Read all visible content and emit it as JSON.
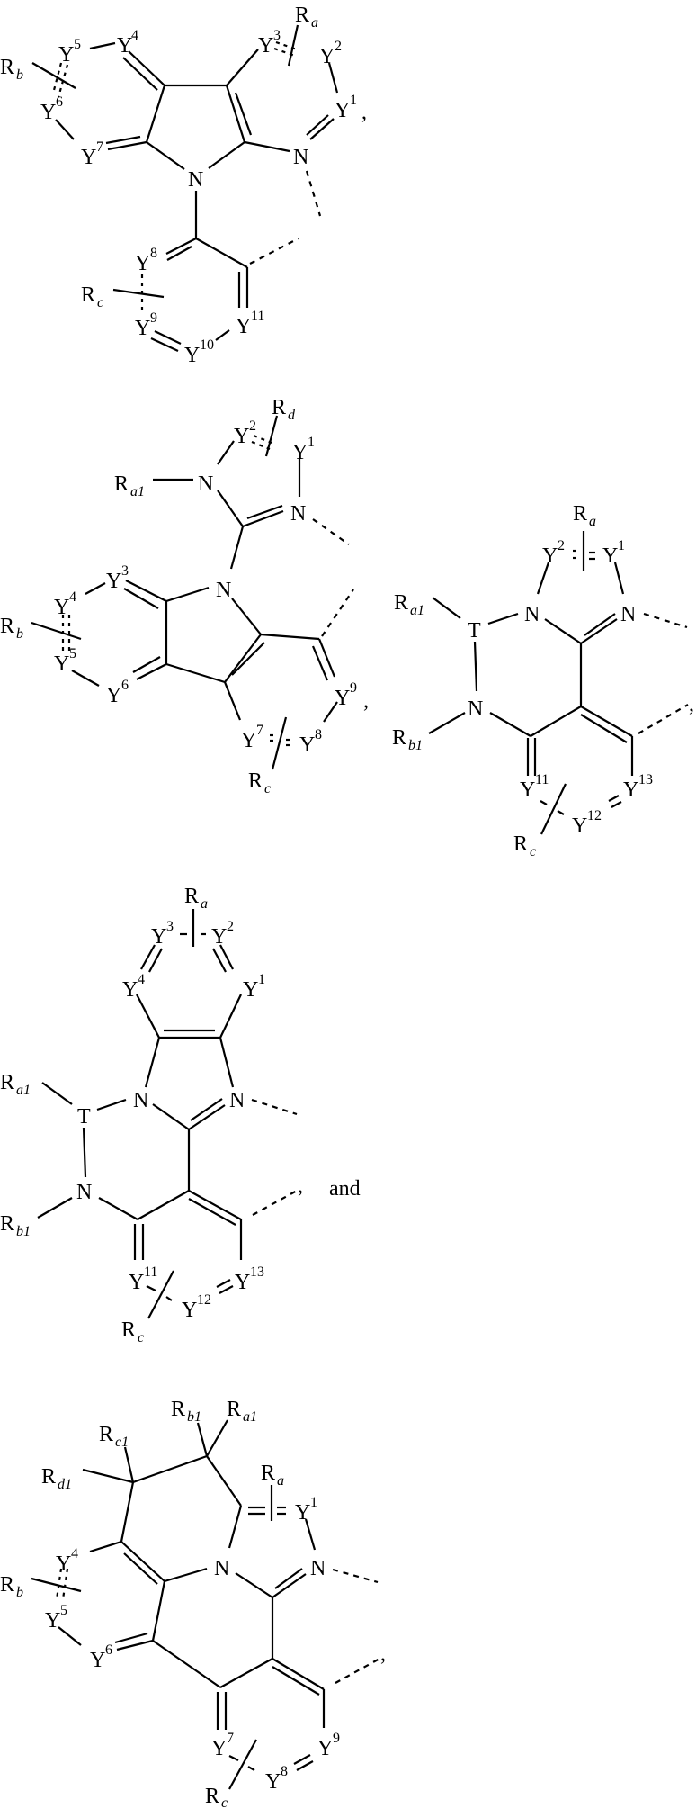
{
  "figure": {
    "description": "Five fused heterocyclic ligand structures (patent chemical drawings)",
    "separators": {
      "comma": ",",
      "and": "and"
    },
    "structures": [
      {
        "id": "structure-1",
        "atoms": {
          "Y1": {
            "base": "Y",
            "sup": "1"
          },
          "Y2": {
            "base": "Y",
            "sup": "2"
          },
          "Y3": {
            "base": "Y",
            "sup": "3"
          },
          "Y4": {
            "base": "Y",
            "sup": "4"
          },
          "Y5": {
            "base": "Y",
            "sup": "5"
          },
          "Y6": {
            "base": "Y",
            "sup": "6"
          },
          "Y7": {
            "base": "Y",
            "sup": "7"
          },
          "Y8": {
            "base": "Y",
            "sup": "8"
          },
          "Y9": {
            "base": "Y",
            "sup": "9"
          },
          "Y10": {
            "base": "Y",
            "sup": "10"
          },
          "Y11": {
            "base": "Y",
            "sup": "11"
          },
          "N1": {
            "base": "N"
          },
          "N2": {
            "base": "N"
          }
        },
        "substituents": {
          "Ra": {
            "base": "R",
            "sub": "a"
          },
          "Rb": {
            "base": "R",
            "sub": "b"
          },
          "Rc": {
            "base": "R",
            "sub": "c"
          }
        },
        "trailing": ","
      },
      {
        "id": "structure-2",
        "atoms": {
          "Y1": {
            "base": "Y",
            "sup": "1"
          },
          "Y2": {
            "base": "Y",
            "sup": "2"
          },
          "Y3": {
            "base": "Y",
            "sup": "3"
          },
          "Y4": {
            "base": "Y",
            "sup": "4"
          },
          "Y5": {
            "base": "Y",
            "sup": "5"
          },
          "Y6": {
            "base": "Y",
            "sup": "6"
          },
          "Y7": {
            "base": "Y",
            "sup": "7"
          },
          "Y8": {
            "base": "Y",
            "sup": "8"
          },
          "Y9": {
            "base": "Y",
            "sup": "9"
          },
          "N1": {
            "base": "N"
          },
          "N2": {
            "base": "N"
          },
          "N3": {
            "base": "N"
          }
        },
        "substituents": {
          "Rd": {
            "base": "R",
            "sub": "d"
          },
          "Ra1": {
            "base": "R",
            "sub": "a1"
          },
          "Rb": {
            "base": "R",
            "sub": "b"
          },
          "Rc": {
            "base": "R",
            "sub": "c"
          }
        },
        "trailing": ","
      },
      {
        "id": "structure-3",
        "atoms": {
          "Y1": {
            "base": "Y",
            "sup": "1"
          },
          "Y2": {
            "base": "Y",
            "sup": "2"
          },
          "Y11": {
            "base": "Y",
            "sup": "11"
          },
          "Y12": {
            "base": "Y",
            "sup": "12"
          },
          "Y13": {
            "base": "Y",
            "sup": "13"
          },
          "T": {
            "base": "T"
          },
          "N1": {
            "base": "N"
          },
          "N2": {
            "base": "N"
          },
          "N3": {
            "base": "N"
          }
        },
        "substituents": {
          "Ra": {
            "base": "R",
            "sub": "a"
          },
          "Ra1": {
            "base": "R",
            "sub": "a1"
          },
          "Rb1": {
            "base": "R",
            "sub": "b1"
          },
          "Rc": {
            "base": "R",
            "sub": "c"
          }
        },
        "trailing": ","
      },
      {
        "id": "structure-4",
        "atoms": {
          "Y1": {
            "base": "Y",
            "sup": "1"
          },
          "Y2": {
            "base": "Y",
            "sup": "2"
          },
          "Y3": {
            "base": "Y",
            "sup": "3"
          },
          "Y4": {
            "base": "Y",
            "sup": "4"
          },
          "Y11": {
            "base": "Y",
            "sup": "11"
          },
          "Y12": {
            "base": "Y",
            "sup": "12"
          },
          "Y13": {
            "base": "Y",
            "sup": "13"
          },
          "T": {
            "base": "T"
          },
          "N1": {
            "base": "N"
          },
          "N2": {
            "base": "N"
          },
          "N3": {
            "base": "N"
          }
        },
        "substituents": {
          "Ra": {
            "base": "R",
            "sub": "a"
          },
          "Ra1": {
            "base": "R",
            "sub": "a1"
          },
          "Rb1": {
            "base": "R",
            "sub": "b1"
          },
          "Rc": {
            "base": "R",
            "sub": "c"
          }
        },
        "trailing": ",",
        "conjunction": "and"
      },
      {
        "id": "structure-5",
        "atoms": {
          "Y1": {
            "base": "Y",
            "sup": "1"
          },
          "Y4": {
            "base": "Y",
            "sup": "4"
          },
          "Y5": {
            "base": "Y",
            "sup": "5"
          },
          "Y6": {
            "base": "Y",
            "sup": "6"
          },
          "Y7": {
            "base": "Y",
            "sup": "7"
          },
          "Y8": {
            "base": "Y",
            "sup": "8"
          },
          "Y9": {
            "base": "Y",
            "sup": "9"
          },
          "N1": {
            "base": "N"
          },
          "N2": {
            "base": "N"
          }
        },
        "substituents": {
          "Ra": {
            "base": "R",
            "sub": "a"
          },
          "Ra1": {
            "base": "R",
            "sub": "a1"
          },
          "Rb": {
            "base": "R",
            "sub": "b"
          },
          "Rb1": {
            "base": "R",
            "sub": "b1"
          },
          "Rc": {
            "base": "R",
            "sub": "c"
          },
          "Rc1": {
            "base": "R",
            "sub": "c1"
          },
          "Rd1": {
            "base": "R",
            "sub": "d1"
          }
        },
        "trailing": ","
      }
    ]
  }
}
